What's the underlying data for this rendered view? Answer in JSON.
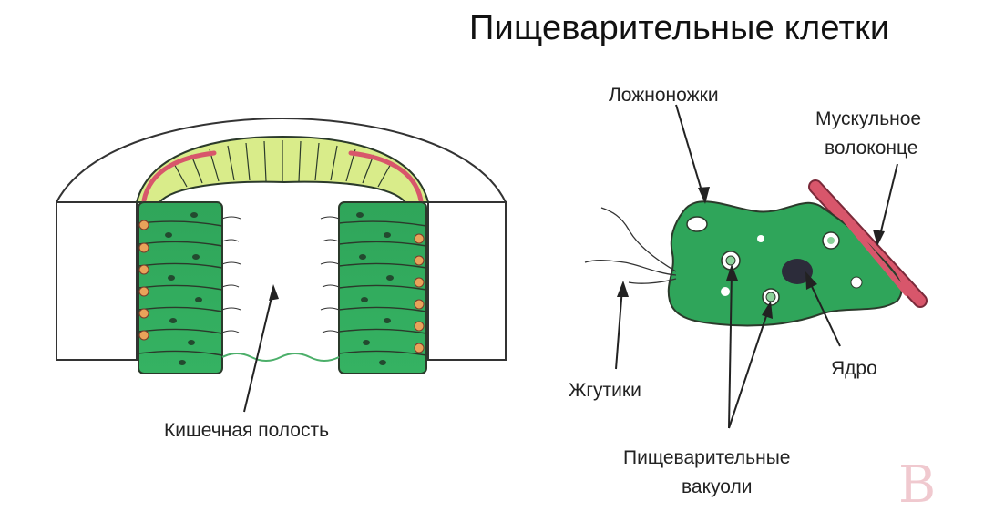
{
  "title": "Пищеварительные клетки",
  "labels": {
    "intestinal_cavity": "Кишечная полость",
    "pseudopodia": "Ложноножки",
    "muscle_fiber_line1": "Мускульное",
    "muscle_fiber_line2": "волоконце",
    "flagella": "Жгутики",
    "nucleus": "Ядро",
    "digestive_vacuoles_line1": "Пищеварительные",
    "digestive_vacuoles_line2": "вакуоли"
  },
  "watermark": "B",
  "colors": {
    "cell_green": "#2fa55a",
    "cell_dark": "#1f7a3f",
    "outline": "#2b3a2b",
    "yellow_green": "#d9ec8a",
    "muscle_red": "#d8566b",
    "orange": "#e9a35a",
    "nucleus": "#2c2c3a"
  }
}
